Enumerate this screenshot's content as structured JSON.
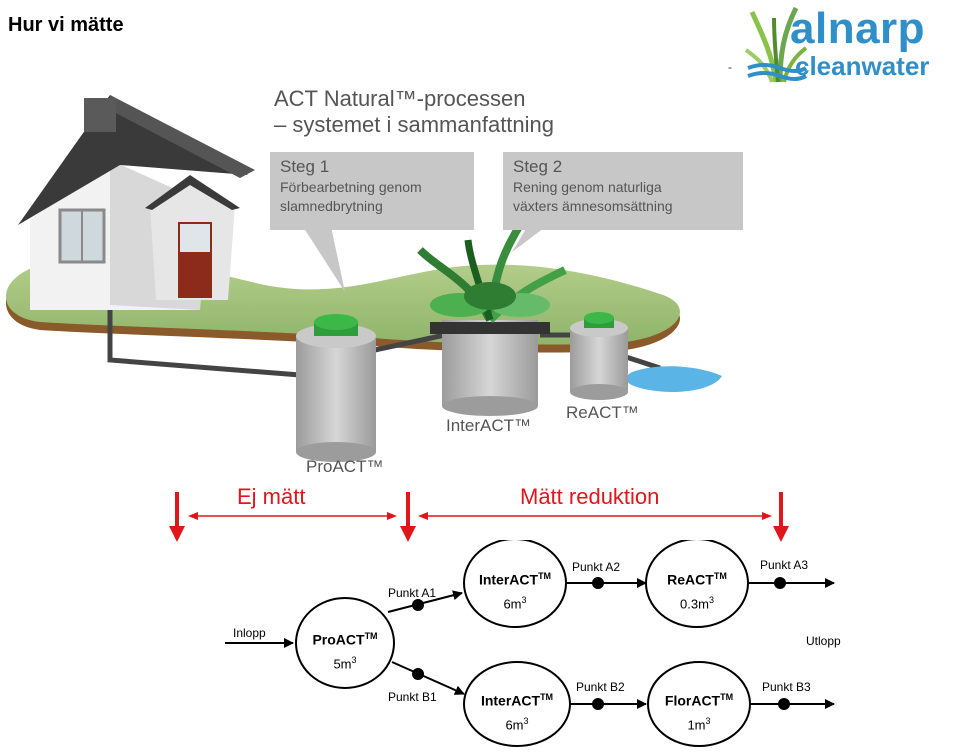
{
  "header": {
    "title": "Hur vi mätte"
  },
  "logo": {
    "dash": "-",
    "word1": "alnarp",
    "word2": "cleanwater",
    "color": "#2f8fc9"
  },
  "illustration": {
    "title_line1": "ACT Natural™-processen",
    "title_line2": "– systemet i sammanfattning",
    "callout1": {
      "heading": "Steg 1",
      "line1": "Förbearbetning genom",
      "line2": "slamnedbrytning"
    },
    "callout2": {
      "heading": "Steg 2",
      "line1": "Rening genom naturliga",
      "line2": "växters ämnesomsättning"
    },
    "components": {
      "proact": "ProACT™",
      "interact": "InterACT™",
      "react": "ReACT™"
    }
  },
  "measurement": {
    "not_measured": "Ej mätt",
    "measured": "Mätt reduktion",
    "color": "#e0161b"
  },
  "flow": {
    "inlet": "Inlopp",
    "outlet": "Utlopp",
    "nodes": {
      "proact": {
        "name": "ProACT",
        "tm": "TM",
        "vol": "5m",
        "exp": "3"
      },
      "interact_a": {
        "name": "InterACT",
        "tm": "TM",
        "vol": "6m",
        "exp": "3"
      },
      "react": {
        "name": "ReACT",
        "tm": "TM",
        "vol": "0.3m",
        "exp": "3"
      },
      "interact_b": {
        "name": "InterACT",
        "tm": "TM",
        "vol": "6m",
        "exp": "3"
      },
      "floract": {
        "name": "FlorACT",
        "tm": "TM",
        "vol": "1m",
        "exp": "3"
      }
    },
    "points": {
      "a1": "Punkt A1",
      "a2": "Punkt A2",
      "a3": "Punkt A3",
      "b1": "Punkt B1",
      "b2": "Punkt B2",
      "b3": "Punkt B3"
    }
  }
}
